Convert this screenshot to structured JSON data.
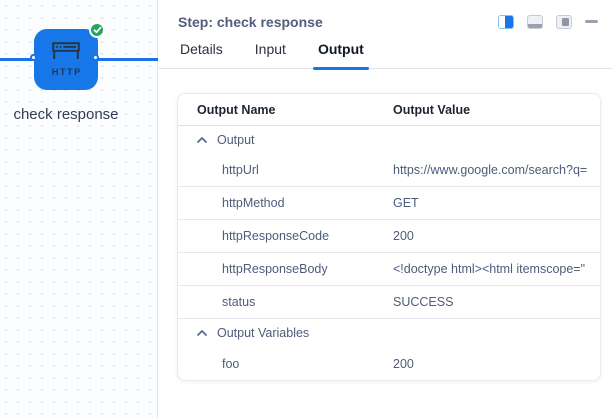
{
  "canvas": {
    "node": {
      "type_label": "HTTP",
      "name": "check response",
      "status": "success"
    }
  },
  "panel": {
    "title": "Step: check response",
    "window_controls": {
      "split_view": "layout-split-view",
      "bottom_view": "layout-bottom-view",
      "right_view": "layout-right-view",
      "minimize": "minimize"
    },
    "tabs": [
      {
        "label": "Details",
        "active": false
      },
      {
        "label": "Input",
        "active": false
      },
      {
        "label": "Output",
        "active": true
      }
    ],
    "table": {
      "columns": [
        "Output Name",
        "Output Value"
      ],
      "rows": [
        {
          "type": "group",
          "name": "Output",
          "collapsed": false
        },
        {
          "type": "item",
          "name": "httpUrl",
          "value": "https://www.google.com/search?q="
        },
        {
          "type": "item",
          "name": "httpMethod",
          "value": "GET"
        },
        {
          "type": "item",
          "name": "httpResponseCode",
          "value": "200"
        },
        {
          "type": "item",
          "name": "httpResponseBody",
          "value": "<!doctype html><html itemscope=\""
        },
        {
          "type": "item",
          "name": "status",
          "value": "SUCCESS"
        },
        {
          "type": "group",
          "name": "Output Variables",
          "collapsed": false
        },
        {
          "type": "item",
          "name": "foo",
          "value": "200"
        }
      ]
    }
  },
  "colors": {
    "accent_blue": "#1a73e8",
    "success_green": "#28a55c"
  }
}
